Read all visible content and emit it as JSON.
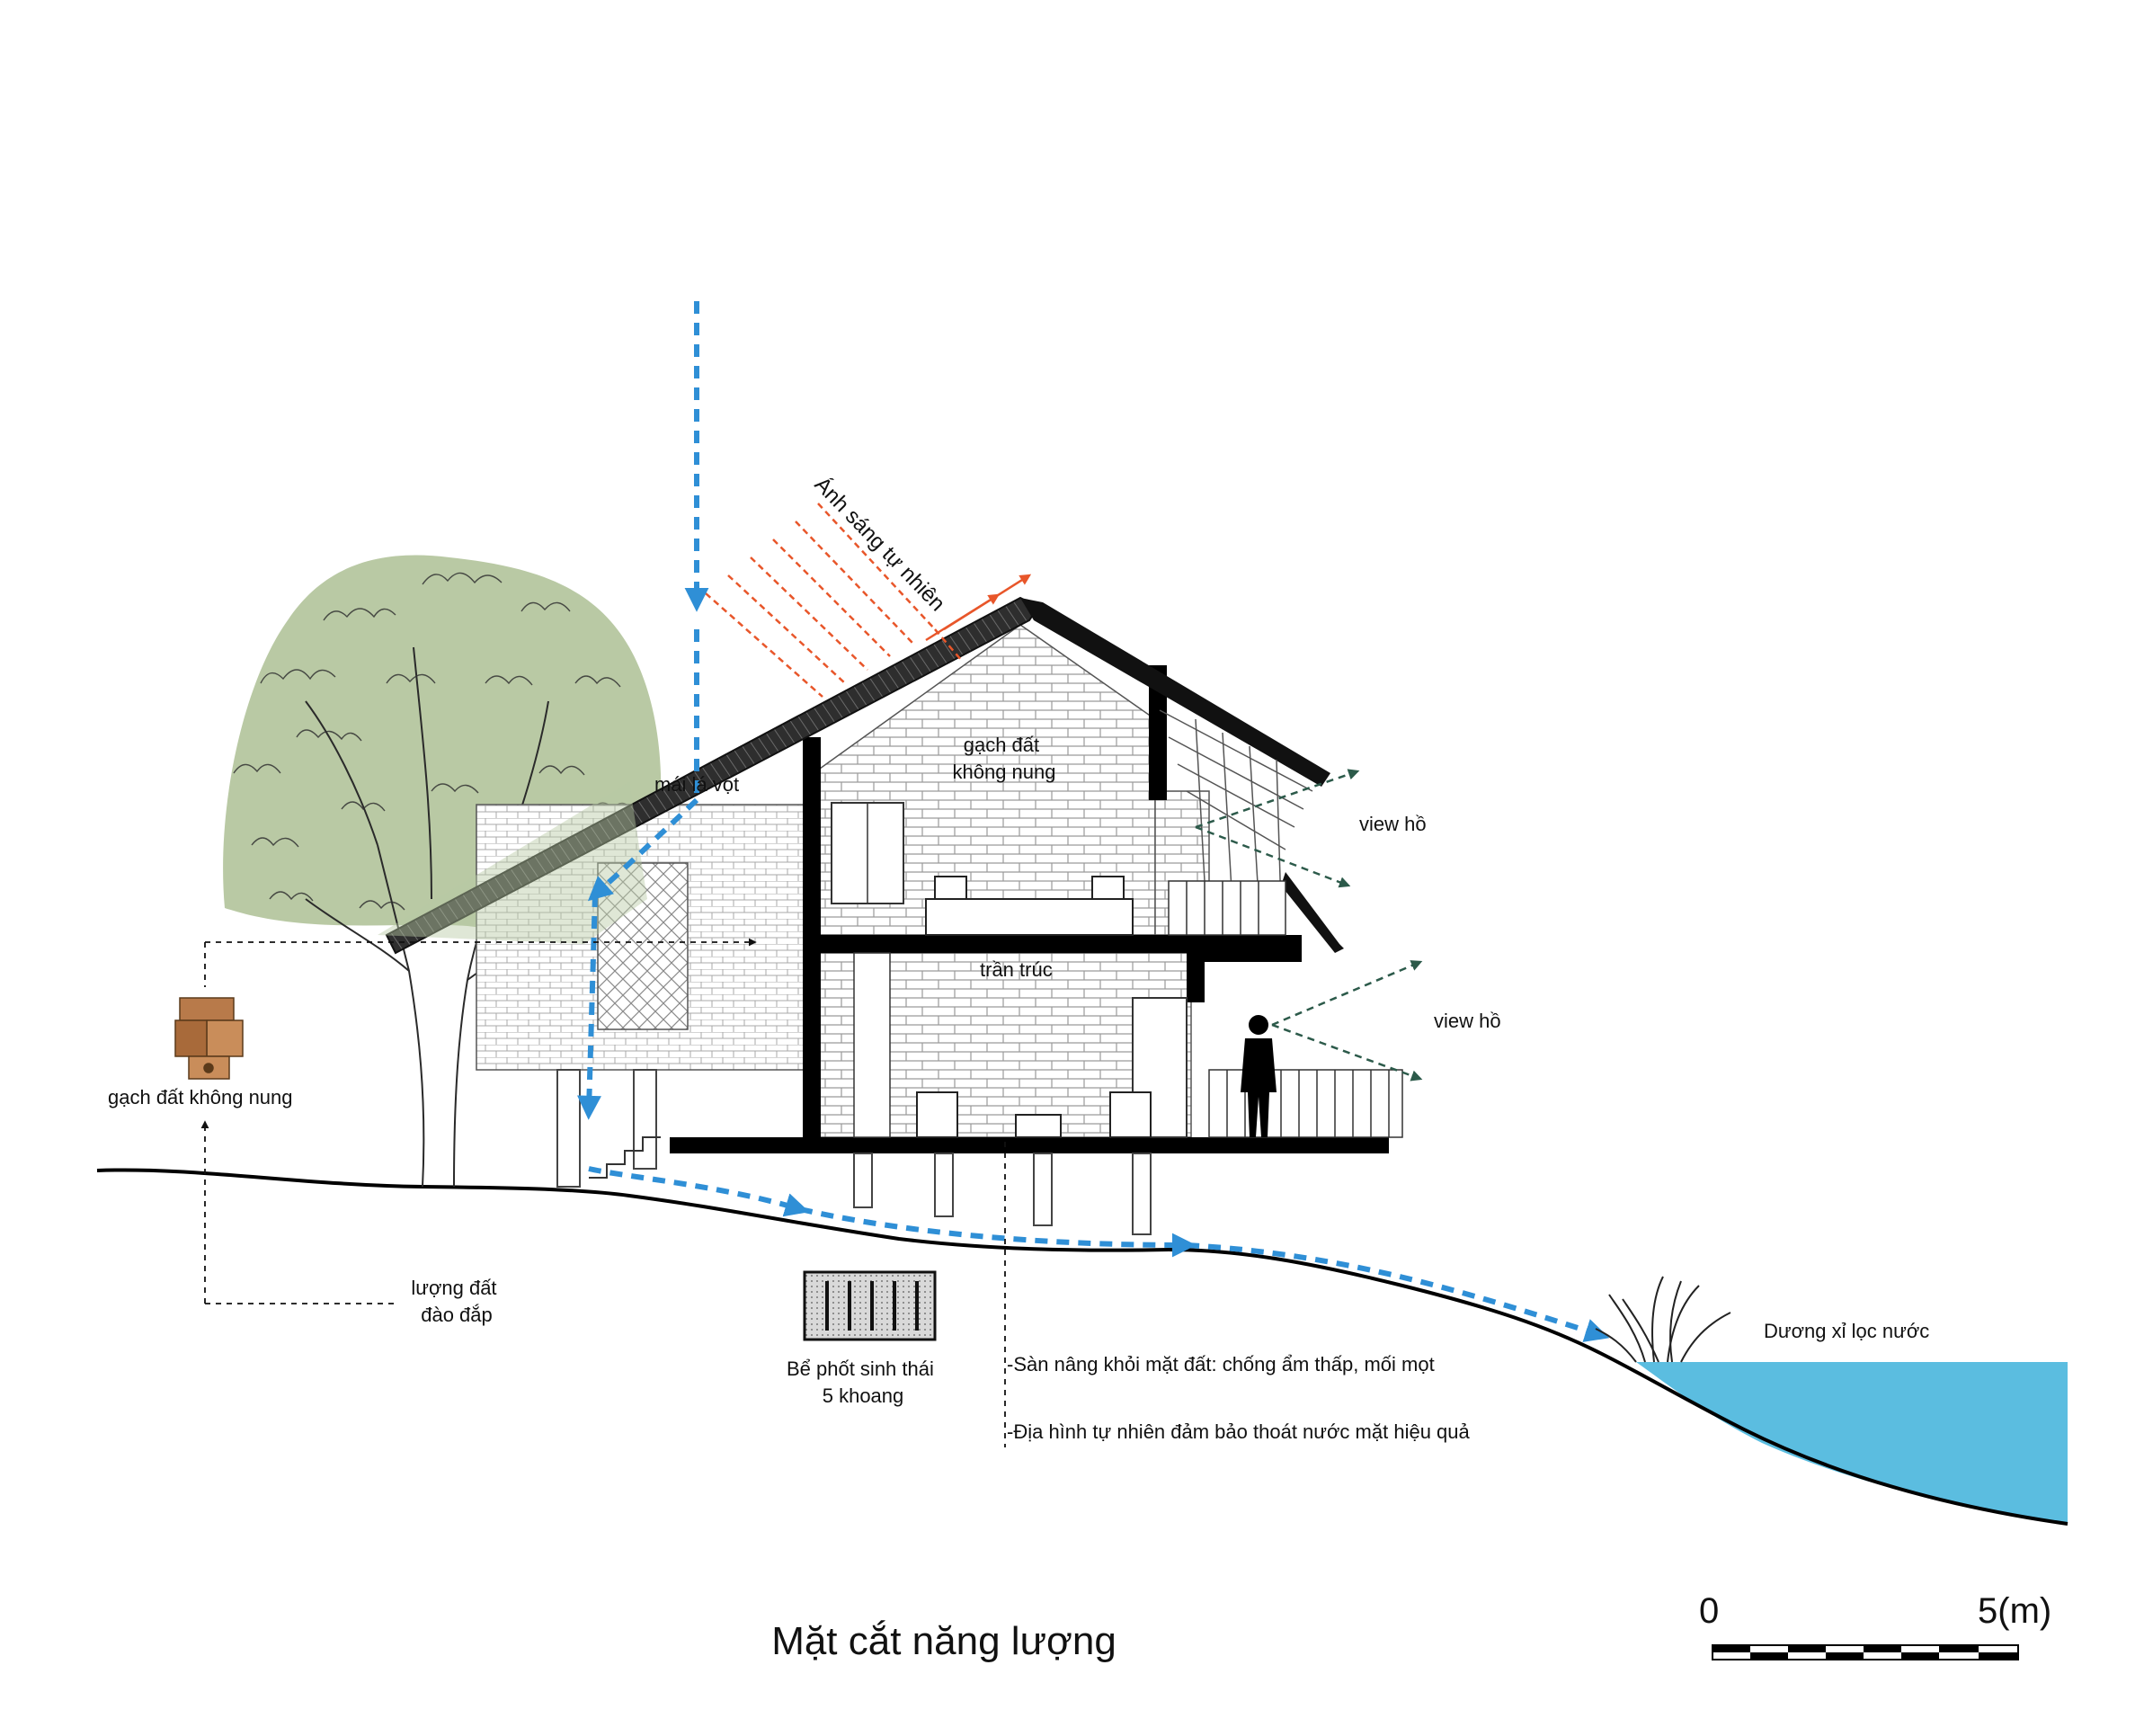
{
  "labels": {
    "natural_light": "Ánh sáng tự nhiên",
    "leaf_roof": "mái lá vọt",
    "earth_brick_top": "gạch đất\nkhông nung",
    "view_lake_upper": "view hồ",
    "view_lake_lower": "view hồ",
    "bamboo_ceiling": "trần trúc",
    "brick_legend": "gạch đất không nung",
    "earth_fill": "lượng đất\nđào đắp",
    "septic_tank": "Bể phốt sinh thái\n5 khoang",
    "raised_floor": "-Sàn nâng khỏi mặt đất: chống ẩm thấp, mối mọt",
    "terrain": "-Địa hình tự nhiên đảm bảo thoát nước mặt hiệu quả",
    "fern": "Dương xỉ lọc nước"
  },
  "title": "Mặt cắt năng lượng",
  "scale": {
    "start": "0",
    "end": "5(m)"
  },
  "colors": {
    "water_flow": "#2f8fd6",
    "sunlight": "#e8562a",
    "view": "#2c5a4a",
    "lake": "#5bbde0",
    "tree_canopy": "#b9c9a4",
    "roof": "#333333",
    "structure": "#000000"
  },
  "icons": {
    "tree": "tree-icon",
    "person": "person-icon",
    "brick": "brick-stack-icon",
    "septic": "septic-tank-icon",
    "fern": "fern-icon"
  }
}
